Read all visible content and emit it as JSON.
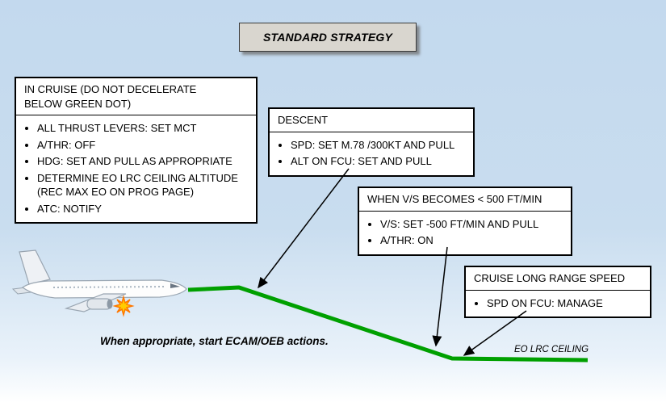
{
  "title": "STANDARD STRATEGY",
  "boxes": {
    "in_cruise": {
      "header": "IN CRUISE (DO NOT DECELERATE BELOW GREEN DOT)",
      "items": [
        "ALL THRUST LEVERS: SET MCT",
        "A/THR: OFF",
        "HDG: SET AND PULL AS APPROPRIATE",
        "DETERMINE EO LRC CEILING ALTITUDE (REC MAX EO ON PROG PAGE)",
        "ATC: NOTIFY"
      ]
    },
    "descent": {
      "header": "DESCENT",
      "items": [
        "SPD: SET M.78 /300KT AND PULL",
        "ALT ON FCU: SET AND PULL"
      ]
    },
    "when_vs": {
      "header": "WHEN V/S BECOMES < 500 FT/MIN",
      "items": [
        "V/S: SET -500 FT/MIN AND PULL",
        "A/THR: ON"
      ]
    },
    "cruise_lrc": {
      "header": "CRUISE LONG RANGE SPEED",
      "items": [
        "SPD ON FCU: MANAGE"
      ]
    }
  },
  "notes": {
    "ecam": "When appropriate, start ECAM/OEB actions.",
    "ceiling": "EO LRC CEILING"
  },
  "graphics": {
    "airplane": "airplane-side-view-illustration",
    "engine_failure": "engine-failure-starburst-icon",
    "flight_path": "descent-profile-path",
    "arrows": [
      "arrow-descent",
      "arrow-vs",
      "arrow-cruise-lrc"
    ]
  },
  "colors": {
    "path_green": "#00a000",
    "background_top": "#c3d9ee",
    "box_border": "#000000",
    "title_box_bg": "#d9d6cf",
    "starburst": "#ffcc00"
  }
}
